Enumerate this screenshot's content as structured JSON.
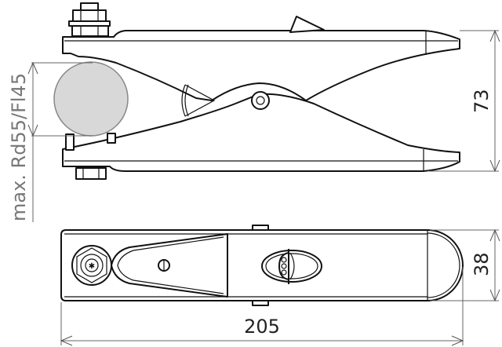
{
  "drawing": {
    "type": "technical dimensioned drawing",
    "subject": "spring clamp / earthing clamp, side view and top view",
    "colors": {
      "line": "#111111",
      "dimension": "#666666",
      "conductor_fill": "#d8d8d8",
      "conductor_stroke": "#888888"
    }
  },
  "dimensions": {
    "conductor": {
      "label": "max. Rd55/Fl45"
    },
    "height": {
      "label": "73"
    },
    "width": {
      "label": "38"
    },
    "length": {
      "label": "205"
    }
  }
}
